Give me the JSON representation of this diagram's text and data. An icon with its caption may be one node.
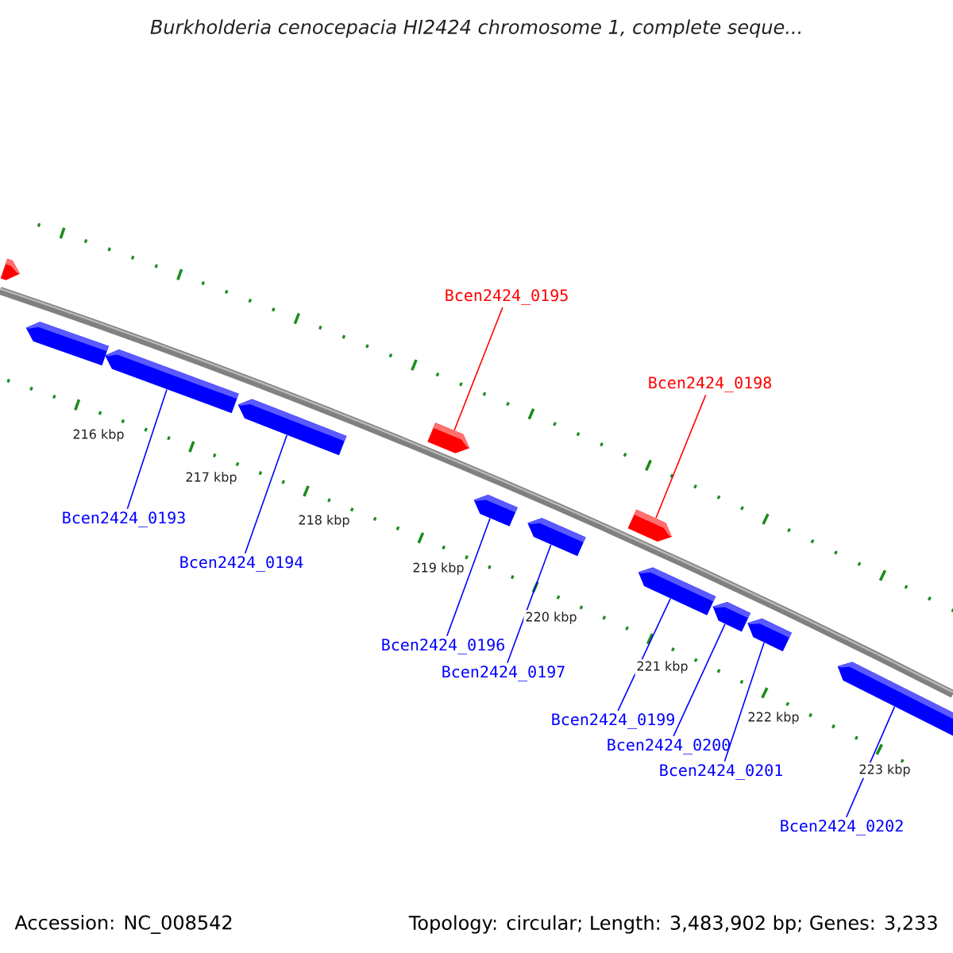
{
  "diagram": {
    "title": "Burkholderia cenocepacia HI2424 chromosome 1, complete seque...",
    "nodes": [
      {
        "text": [],
        "shape": "box"
      },
      {
        "text": [],
        "shape": "box"
      },
      {
        "text": [],
        "shape": "box"
      },
      {
        "text": [],
        "shape": "box"
      },
      {
        "text": [],
        "shape": "box"
      },
      {
        "text": [],
        "shape": "box"
      },
      {
        "text": [],
        "shape": "box"
      },
      {
        "text": [],
        "shape": "box"
      },
      {
        "text": [],
        "shape": "box"
      },
      {
        "text": [],
        "shape": "box"
      },
      {
        "text": [],
        "shape": "box"
      },
      {
        "text": [],
        "shape": "box"
      },
      {
        "text": [
          "Bcen2424_0193"
        ]
      },
      {
        "text": [
          "Bcen2424_0194"
        ]
      },
      {
        "text": [
          "Bcen2424_0195"
        ]
      },
      {
        "text": [
          "Bcen2424_0196"
        ]
      },
      {
        "text": [
          "Bcen2424_0197"
        ]
      },
      {
        "text": [
          "Bcen2424_0198"
        ]
      },
      {
        "text": [
          "Bcen2424_0199"
        ]
      },
      {
        "text": [
          "Bcen2424_0200"
        ]
      },
      {
        "text": [
          "Bcen2424_0201"
        ]
      },
      {
        "text": [
          "Bcen2424_0202"
        ]
      }
    ],
    "edges": [
      {
        "from": 12,
        "to": 2,
        "arrow": "none"
      },
      {
        "from": 13,
        "to": 3,
        "arrow": "none"
      },
      {
        "from": 14,
        "to": 4,
        "arrow": "none",
        "color": "#ff0000"
      },
      {
        "from": 15,
        "to": 5,
        "arrow": "none"
      },
      {
        "from": 16,
        "to": 6,
        "arrow": "none"
      },
      {
        "from": 17,
        "to": 7,
        "arrow": "none",
        "color": "#ff0000"
      },
      {
        "from": 18,
        "to": 8,
        "arrow": "none"
      },
      {
        "from": 19,
        "to": 9,
        "arrow": "none"
      },
      {
        "from": 20,
        "to": 10,
        "arrow": "none"
      },
      {
        "from": 21,
        "to": 11,
        "arrow": "none"
      }
    ],
    "labels": [
      "216 kbp",
      "217 kbp",
      "218 kbp",
      "219 kbp",
      "220 kbp",
      "221 kbp",
      "222 kbp",
      "223 kbp",
      "Accession: NC_008542",
      "Topology: circular; Length: 3,483,902 bp; Genes: 3,233"
    ]
  }
}
